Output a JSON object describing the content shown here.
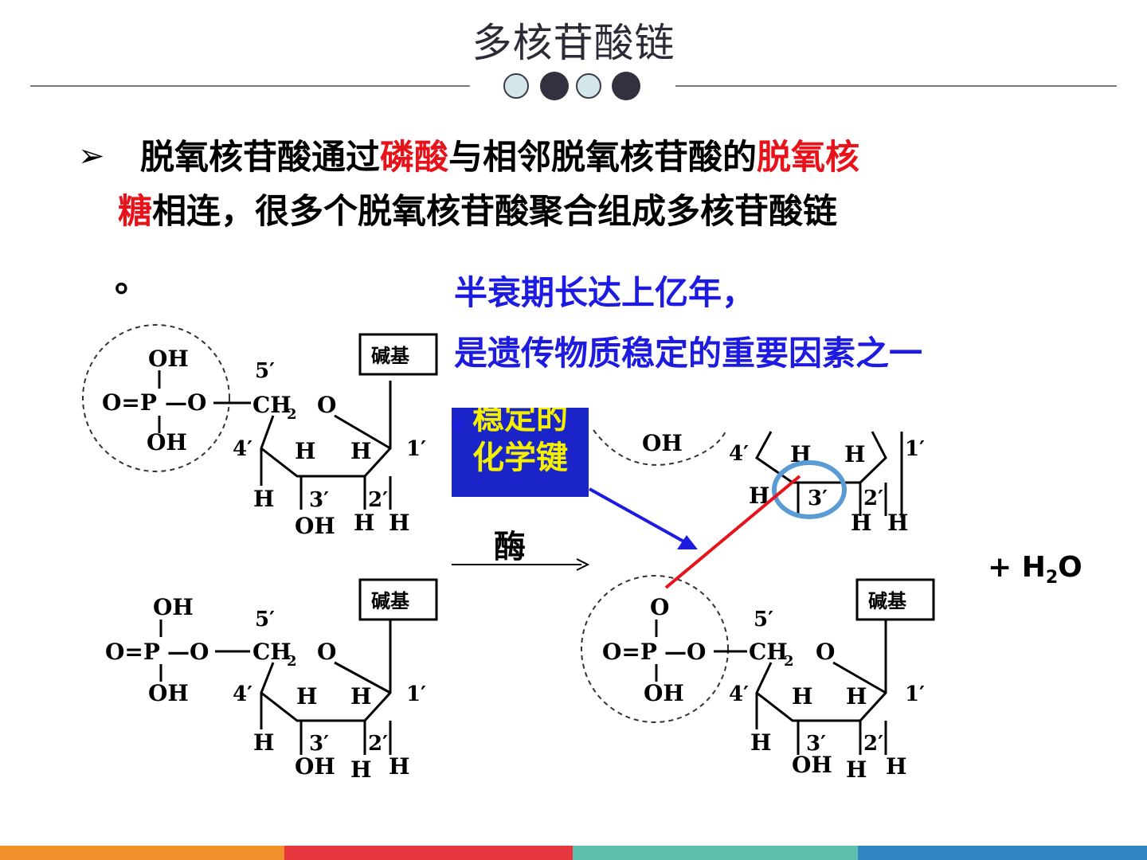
{
  "title": "多核苷酸链",
  "bullet": {
    "symbol": "➢",
    "seg1": "脱氧核苷酸通过",
    "seg2": "磷酸",
    "seg3": "与相邻脱氧核苷酸的",
    "seg4": "脱氧核",
    "seg5": "糖",
    "seg6": "相连，很多个脱氧核苷酸聚合组成多核苷酸链",
    "seg7": "。"
  },
  "callout": {
    "line1": "半衰期长达上亿年，",
    "line2": "是遗传物质稳定的重要因素之一",
    "line3": "。"
  },
  "badge": {
    "line1": "稳定的",
    "line2": "化学键"
  },
  "enzyme": "酶",
  "product": {
    "plus": "+ H",
    "sub": "2",
    "tail": "O"
  },
  "molecule": {
    "base": "碱基",
    "oh": "OH",
    "o_eq_p": "O=P",
    "dash_o": "—O",
    "ch": "CH",
    "ch_sub": "2",
    "o": "O",
    "h": "H",
    "c5": "5′",
    "c4": "4′",
    "c3": "3′",
    "c2": "2′",
    "c1": "1′"
  },
  "colors": {
    "accent_red": "#e8121a",
    "accent_blue": "#1d1be0",
    "badge_bg": "#1a24c9",
    "badge_text": "#f5f000",
    "bond_line": "#e8121a",
    "circle_highlight": "#5b9bd5",
    "bar_orange": "#f0902a",
    "bar_red": "#e8363d",
    "bar_teal": "#5fbfae",
    "bar_blue": "#2f86c3"
  }
}
